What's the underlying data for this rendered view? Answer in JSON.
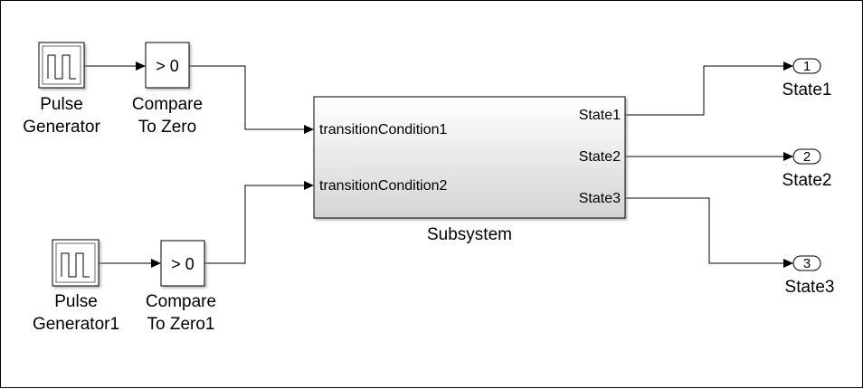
{
  "blocks": {
    "pulse1": {
      "label_line1": "Pulse",
      "label_line2": "Generator"
    },
    "pulse2": {
      "label_line1": "Pulse",
      "label_line2": "Generator1"
    },
    "compare1": {
      "symbol": "> 0",
      "label_line1": "Compare",
      "label_line2": "To Zero"
    },
    "compare2": {
      "symbol": "> 0",
      "label_line1": "Compare",
      "label_line2": "To Zero1"
    },
    "subsystem": {
      "label": "Subsystem",
      "inputs": [
        "transitionCondition1",
        "transitionCondition2"
      ],
      "outputs": [
        "State1",
        "State2",
        "State3"
      ]
    },
    "out1": {
      "number": "1",
      "label": "State1"
    },
    "out2": {
      "number": "2",
      "label": "State2"
    },
    "out3": {
      "number": "3",
      "label": "State3"
    }
  }
}
